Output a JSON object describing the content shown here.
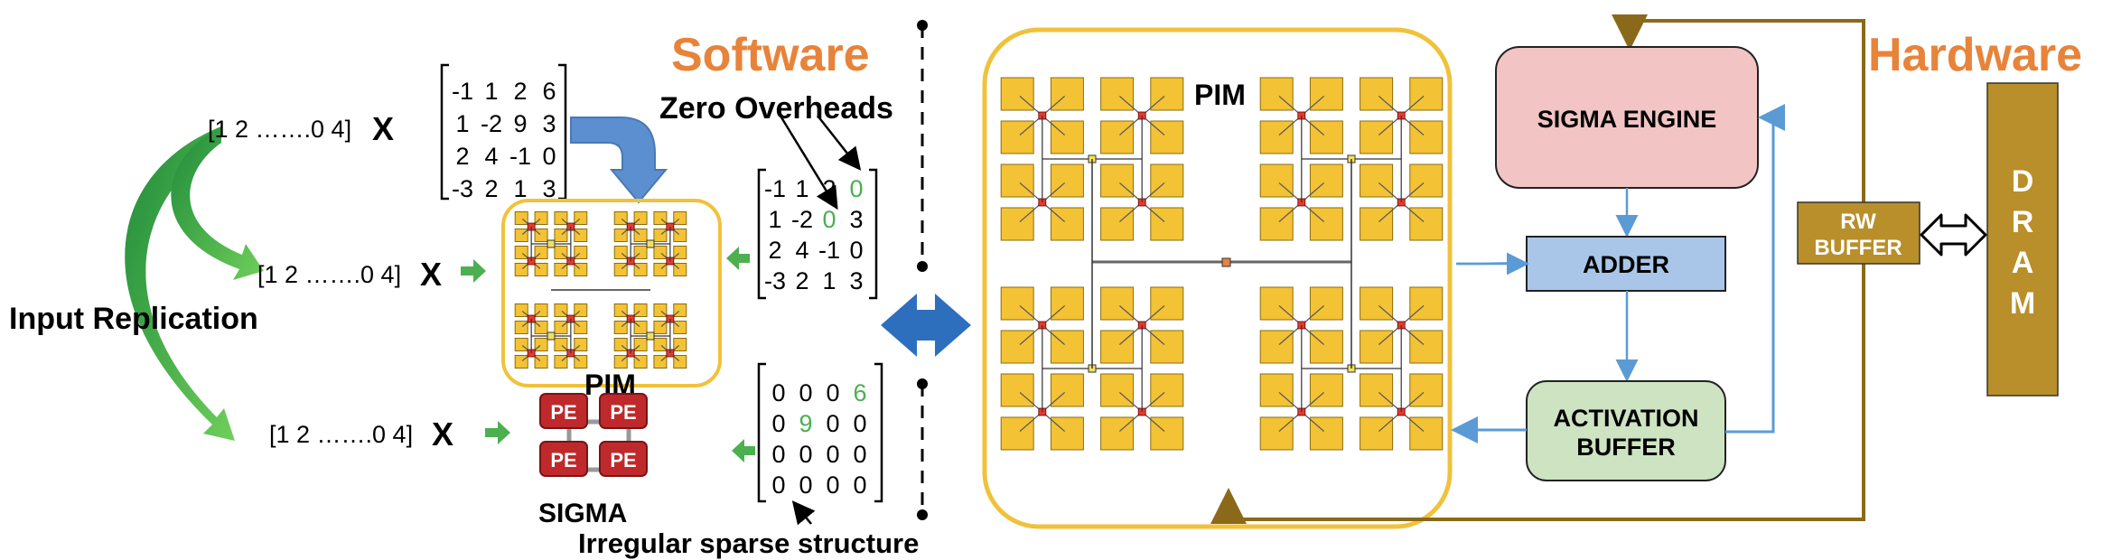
{
  "sections": {
    "software": "Software",
    "hardware": "Hardware"
  },
  "left": {
    "input_replication": "Input Replication",
    "vector": "[1  2 …….0  4]",
    "times": "X",
    "zero_overheads": "Zero Overheads",
    "pim_label": "PIM",
    "sigma_label": "SIGMA",
    "pe_label": "PE",
    "irregular": "Irregular sparse structure",
    "matrix_dense": [
      [
        "-1",
        "1",
        "2",
        "6"
      ],
      [
        "1",
        "-2",
        "9",
        "3"
      ],
      [
        "2",
        "4",
        "-1",
        "0"
      ],
      [
        "-3",
        "2",
        "1",
        "3"
      ]
    ],
    "matrix_zero": [
      [
        "-1",
        "1",
        "2",
        "0"
      ],
      [
        "1",
        "-2",
        "0",
        "3"
      ],
      [
        "2",
        "4",
        "-1",
        "0"
      ],
      [
        "-3",
        "2",
        "1",
        "3"
      ]
    ],
    "matrix_sparse": [
      [
        "0",
        "0",
        "0",
        "6"
      ],
      [
        "0",
        "9",
        "0",
        "0"
      ],
      [
        "0",
        "0",
        "0",
        "0"
      ],
      [
        "0",
        "0",
        "0",
        "0"
      ]
    ]
  },
  "right": {
    "pim_label": "PIM",
    "sigma_engine": "SIGMA ENGINE",
    "adder": "ADDER",
    "activation_buffer_1": "ACTIVATION",
    "activation_buffer_2": "BUFFER",
    "rw_buffer_1": "RW",
    "rw_buffer_2": "BUFFER",
    "dram": [
      "D",
      "R",
      "A",
      "M"
    ]
  },
  "colors": {
    "accent_orange": "#e8833a",
    "pim_border": "#f0c23c",
    "tile": "#f3c235",
    "green": "#4caf50",
    "blue_arrow": "#2e6fbd",
    "sigma_engine_fill": "#f2c4c4",
    "adder_fill": "#a9c6e8",
    "activation_fill": "#cde3c2",
    "dram_fill": "#b88f2a",
    "pe_fill": "#c0292b"
  }
}
